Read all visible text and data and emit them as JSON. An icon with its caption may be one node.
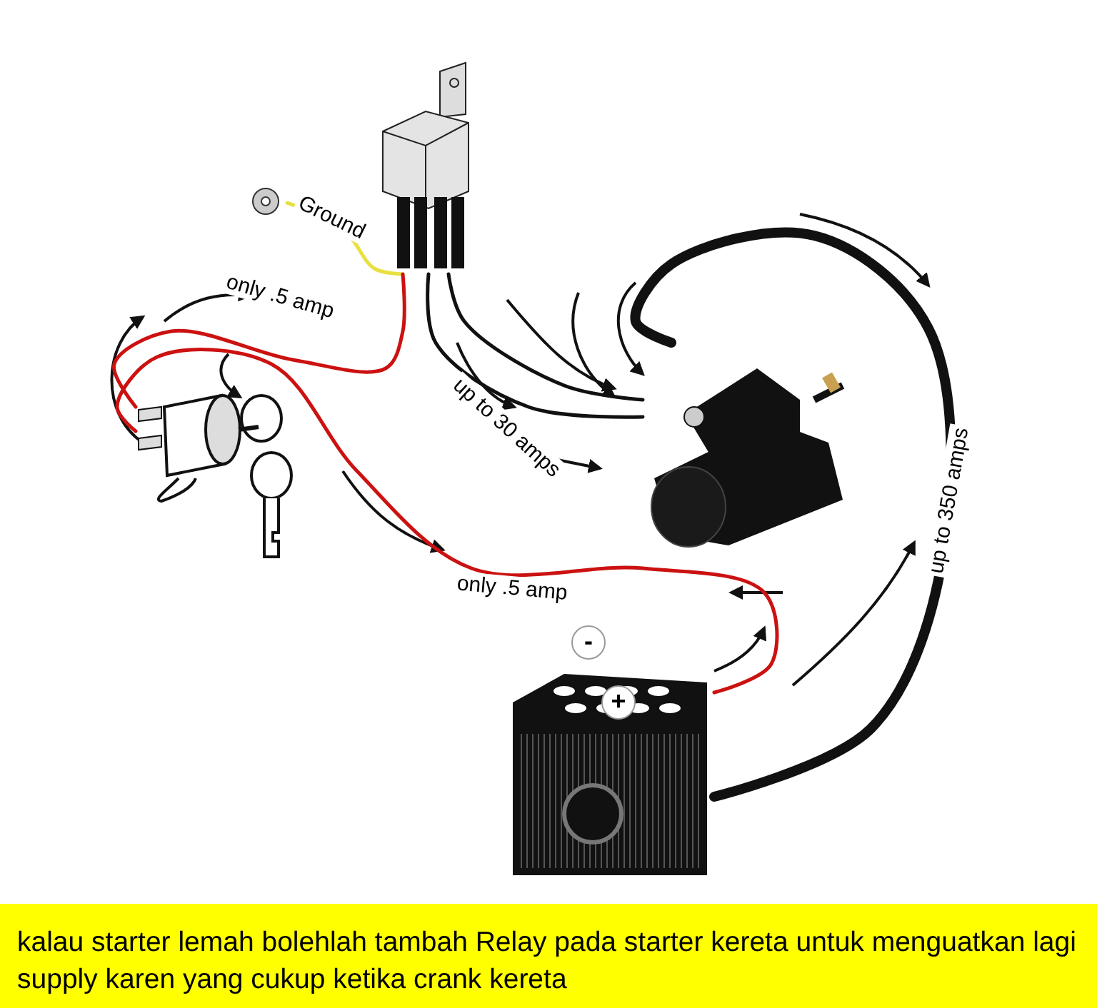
{
  "diagram": {
    "caption": "kalau starter lemah bolehlah tambah Relay pada starter kereta untuk menguatkan lagi supply karen yang cukup ketika crank kereta",
    "nodes": [
      {
        "text": [],
        "shape": "picture"
      },
      {
        "text": [],
        "shape": "picture"
      },
      {
        "text": [],
        "shape": "picture"
      },
      {
        "text": [],
        "shape": "picture"
      },
      {
        "text": [
          "-",
          "+"
        ]
      }
    ],
    "edges": [
      {
        "from": 1,
        "to": 0,
        "arrow": "none",
        "label": "Ground",
        "color": "#e8e040"
      },
      {
        "from": 0,
        "to": 2,
        "arrow": "none",
        "label": "only .5 amp",
        "color": "#cc1111"
      },
      {
        "from": 0,
        "to": 3,
        "arrow": "none",
        "label": "up to 30 amps"
      },
      {
        "from": 0,
        "to": 3,
        "arrow": "none"
      },
      {
        "from": 4,
        "to": 2,
        "arrow": "none",
        "label": "only .5 amp",
        "color": "#cc1111"
      },
      {
        "from": 4,
        "to": 3,
        "arrow": "none",
        "label": "up to 350 amps",
        "style": "thick"
      }
    ]
  }
}
